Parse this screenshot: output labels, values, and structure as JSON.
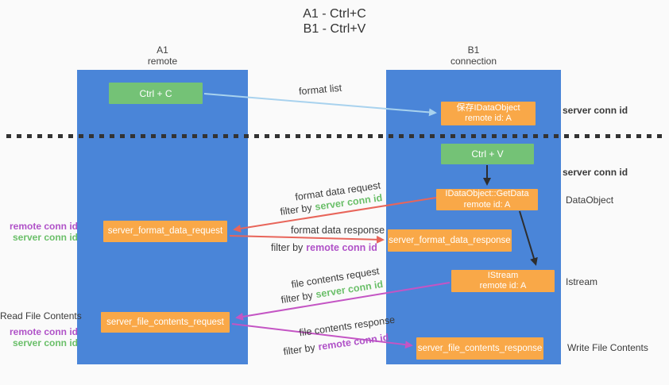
{
  "title": {
    "line1": "A1 - Ctrl+C",
    "line2": "B1 - Ctrl+V"
  },
  "lanes": {
    "a": {
      "name": "A1",
      "subtitle": "remote"
    },
    "b": {
      "name": "B1",
      "subtitle": "connection"
    }
  },
  "nodes": {
    "ctrl_c": "Ctrl + C",
    "ctrl_v": "Ctrl + V",
    "save_idataobject": {
      "line1": "保存IDataObject",
      "line2": "remote id: A"
    },
    "getdata": {
      "line1": "IDataObject::GetData",
      "line2": "remote id: A"
    },
    "istream": {
      "line1": "IStream",
      "line2": "remote id: A"
    },
    "format_request": "server_format_data_request",
    "format_response": "server_format_data_response",
    "file_request": "server_file_contents_request",
    "file_response": "server_file_contents_response"
  },
  "labels": {
    "format_list": "format list",
    "format_data_request": "format data request",
    "format_data_response": "format data response",
    "file_contents_request": "file contents request",
    "file_contents_response": "file contents response",
    "filter_by": "filter by",
    "server_conn_id": "server conn id",
    "remote_conn_id": "remote conn id",
    "dataobject": "DataObject",
    "istream": "Istream",
    "read_file_contents": "Read File Contents",
    "write_file_contents": "Write File Contents"
  },
  "colors": {
    "background": "#fafafa",
    "lane_blue": "#4a85d8",
    "box_green": "#74c276",
    "box_orange": "#f9a848",
    "text_dark": "#333333",
    "label_green": "#6abf69",
    "label_purple": "#b052c8",
    "arrow_light_blue": "#a8d2ee",
    "arrow_red": "#e8655a",
    "arrow_magenta": "#c455c4",
    "arrow_black": "#2d2d2d"
  }
}
